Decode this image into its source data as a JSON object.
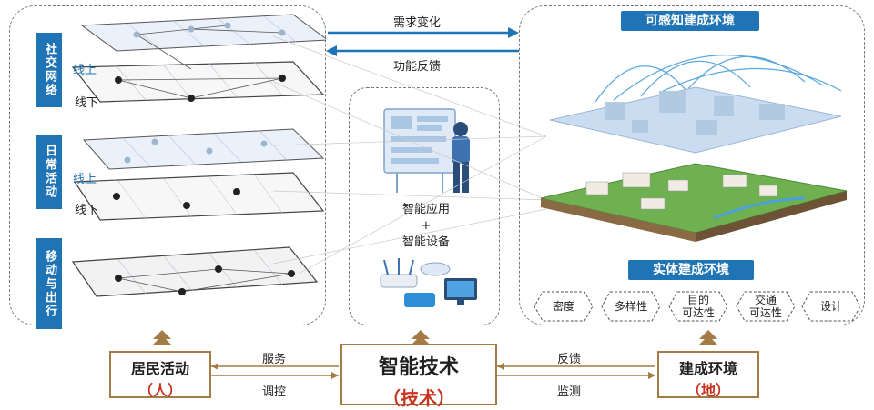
{
  "left_panel": {
    "rows": [
      {
        "tab": "社交网络",
        "online": "线上",
        "offline": "线下"
      },
      {
        "tab": "日常活动",
        "online": "线上",
        "offline": "线下"
      },
      {
        "tab": "移动与出行"
      }
    ]
  },
  "arrows_top": {
    "demand_change": "需求变化",
    "function_feedback": "功能反馈"
  },
  "middle_panel": {
    "line1": "智能应用",
    "plus": "+",
    "line2": "智能设备"
  },
  "right_panel": {
    "perceptible_env": "可感知建成环境",
    "physical_env": "实体建成环境",
    "factors": [
      "密度",
      "多样性",
      "目的\n可达性",
      "交通\n可达性",
      "设计"
    ]
  },
  "bottom": {
    "residents": {
      "title": "居民活动",
      "role": "（人）"
    },
    "tech": {
      "title": "智能技术",
      "role": "（技术）"
    },
    "built": {
      "title": "建成环境",
      "role": "（地）"
    },
    "left_arrows": {
      "serve": "服务",
      "regulate": "调控"
    },
    "right_arrows": {
      "feedback": "反馈",
      "monitor": "监测"
    }
  },
  "colors": {
    "accent_blue": "#1f74b5",
    "brown": "#a37b45",
    "red_text": "#c8341f"
  }
}
